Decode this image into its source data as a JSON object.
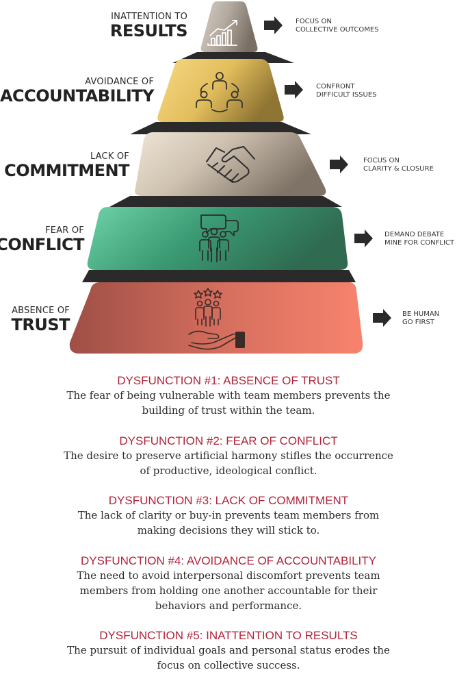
{
  "levels": [
    {
      "label_small": "INATTENTION TO",
      "label_big": "RESULTS",
      "action": [
        "FOCUS ON",
        "COLLECTIVE OUTCOMES"
      ],
      "icon": "growth-chart-icon",
      "colors": [
        "#c7c0b8",
        "#8a7e72"
      ]
    },
    {
      "label_small": "AVOIDANCE OF",
      "label_big": "ACCOUNTABILITY",
      "action": [
        "CONFRONT",
        "DIFFICULT ISSUES"
      ],
      "icon": "team-cycle-icon",
      "colors": [
        "#f3d07a",
        "#a88a3c"
      ]
    },
    {
      "label_small": "LACK OF",
      "label_big": "COMMITMENT",
      "action": [
        "FOCUS ON",
        "CLARITY & CLOSURE"
      ],
      "icon": "handshake-icon",
      "colors": [
        "#e8dccb",
        "#8d8174"
      ]
    },
    {
      "label_small": "FEAR OF",
      "label_big": "CONFLICT",
      "action": [
        "DEMAND DEBATE",
        "MINE FOR CONFLICT"
      ],
      "icon": "group-chat-icon",
      "colors": [
        "#5ec79c",
        "#36735a"
      ]
    },
    {
      "label_small": "ABSENCE OF",
      "label_big": "TRUST",
      "action": [
        "BE HUMAN",
        "GO FIRST"
      ],
      "icon": "trust-hand-icon",
      "colors": [
        "#a8574d",
        "#f0806c"
      ]
    }
  ],
  "descriptions": [
    {
      "heading": "DYSFUNCTION #1: ABSENCE OF TRUST",
      "body": [
        "The fear of being vulnerable with team members prevents the",
        "building of trust within the team."
      ]
    },
    {
      "heading": "DYSFUNCTION #2: FEAR OF CONFLICT",
      "body": [
        "The desire to preserve artificial harmony stifles the occurrence",
        "of productive, ideological conflict."
      ]
    },
    {
      "heading": "DYSFUNCTION #3: LACK OF COMMITMENT",
      "body": [
        "The lack of clarity or buy-in prevents team members from",
        "making decisions they will stick to."
      ]
    },
    {
      "heading": "DYSFUNCTION #4: AVOIDANCE OF ACCOUNTABILITY",
      "body": [
        "The need to avoid interpersonal discomfort prevents team",
        "members from holding one another accountable for their",
        "behaviors and performance."
      ]
    },
    {
      "heading": "DYSFUNCTION #5: INATTENTION TO RESULTS",
      "body": [
        "The pursuit of individual goals and personal status erodes the",
        "focus on collective success."
      ]
    }
  ],
  "colors": {
    "heading_red": "#b1233a",
    "dark_band": "#2a2a2a",
    "arrow": "#2a2a2a"
  }
}
